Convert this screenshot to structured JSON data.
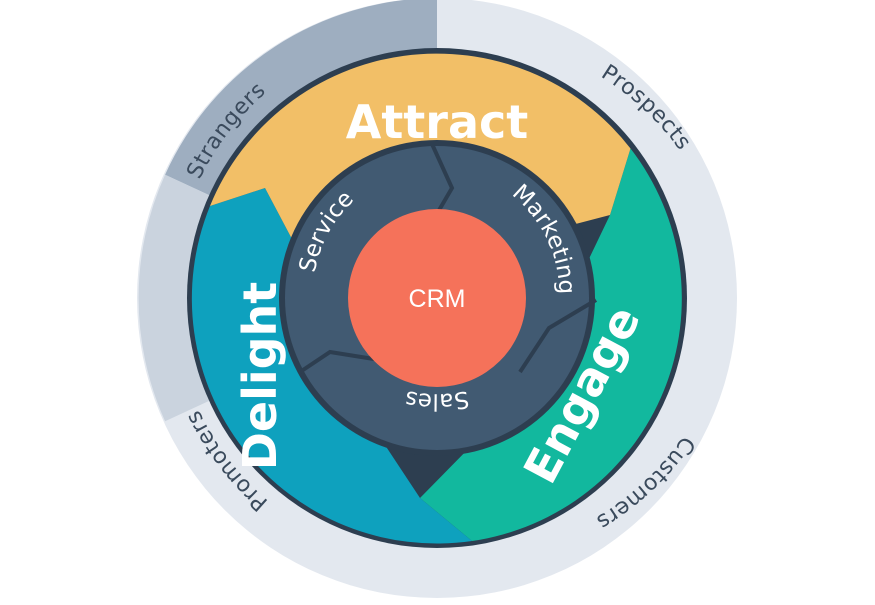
{
  "core": {
    "label": "CRM"
  },
  "departments": [
    {
      "id": "marketing",
      "label": "Marketing"
    },
    {
      "id": "service",
      "label": "Service"
    },
    {
      "id": "sales",
      "label": "Sales"
    }
  ],
  "phases": [
    {
      "id": "attract",
      "label": "Attract",
      "color": "#F2BF67"
    },
    {
      "id": "engage",
      "label": "Engage",
      "color": "#12B89E"
    },
    {
      "id": "delight",
      "label": "Delight",
      "color": "#0EA1BE"
    }
  ],
  "audiences": [
    {
      "id": "strangers",
      "label": "Strangers"
    },
    {
      "id": "prospects",
      "label": "Prospects"
    },
    {
      "id": "customers",
      "label": "Customers"
    },
    {
      "id": "promoters",
      "label": "Promoters"
    }
  ],
  "colors": {
    "core": "#F5725A",
    "departments_ring": "#415A72",
    "ring_outline": "#2D3E50",
    "outer_ring_light": "#E3E8EF",
    "outer_ring_dark": "#9EAEC0"
  }
}
